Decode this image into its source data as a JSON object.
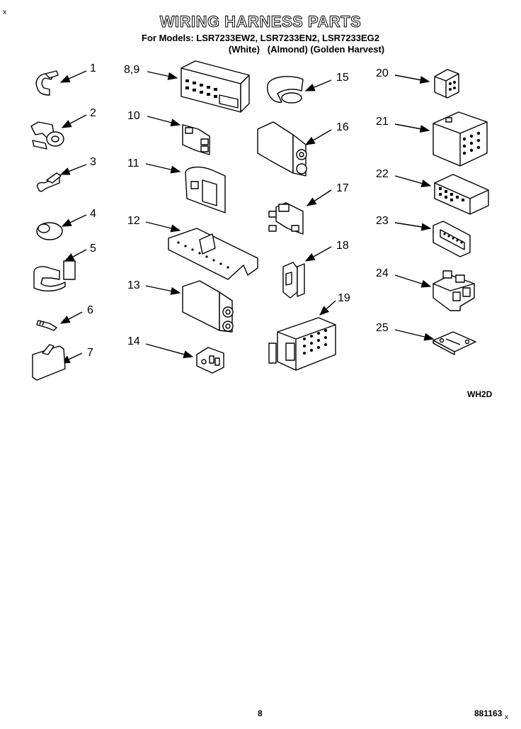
{
  "header": {
    "corner_mark": "x",
    "title": "WIRING HARNESS PARTS",
    "models_line": "For Models: LSR7233EW2, LSR7233EN2, LSR7233EG2",
    "colors_line": "(White)   (Almond) (Golden Harvest)"
  },
  "parts": {
    "p1": "1",
    "p2": "2",
    "p3": "3",
    "p4": "4",
    "p5": "5",
    "p6": "6",
    "p7": "7",
    "p89": "8,9",
    "p10": "10",
    "p11": "11",
    "p12": "12",
    "p13": "13",
    "p14": "14",
    "p15": "15",
    "p16": "16",
    "p17": "17",
    "p18": "18",
    "p19": "19",
    "p20": "20",
    "p21": "21",
    "p22": "22",
    "p23": "23",
    "p24": "24",
    "p25": "25"
  },
  "diagram_code": "WH2D",
  "footer": {
    "page_number": "8",
    "doc_code": "881163",
    "corner_mark": "x"
  }
}
